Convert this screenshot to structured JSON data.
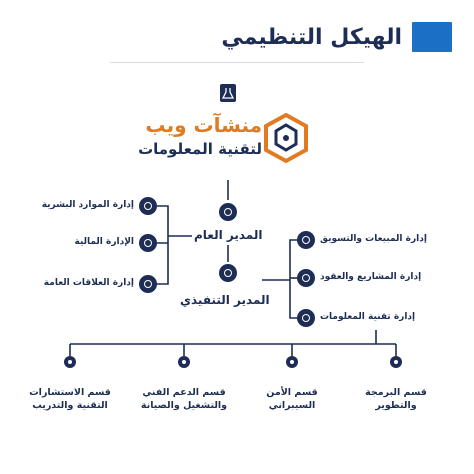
{
  "header": {
    "title": "الهيكل التنظيمي",
    "accent": "#1b6fc4"
  },
  "logo": {
    "line1": "منشآت ويب",
    "line2": "لتقنية المعلومات",
    "orange": "#e07b22",
    "navy": "#1d2d55"
  },
  "gm": {
    "label": "المدير العام"
  },
  "ceo": {
    "label": "المدير التنفيذي"
  },
  "left_units": [
    "إدارة الموارد البشرية",
    "الإدارة المالية",
    "إدارة العلاقات العامة"
  ],
  "right_units": [
    "إدارة المبيعات والتسويق",
    "إدارة المشاريع والعقود",
    "إدارة تقنية المعلومات"
  ],
  "departments": [
    {
      "line1": "قسم الاستشارات",
      "line2": "التقنية والتدريب"
    },
    {
      "line1": "قسم الدعم الفني",
      "line2": "والتشغيل والصيانة"
    },
    {
      "line1": "قسم الأمن",
      "line2": "السيبراني"
    },
    {
      "line1": "قسم البرمجة",
      "line2": "والتطوير"
    }
  ]
}
